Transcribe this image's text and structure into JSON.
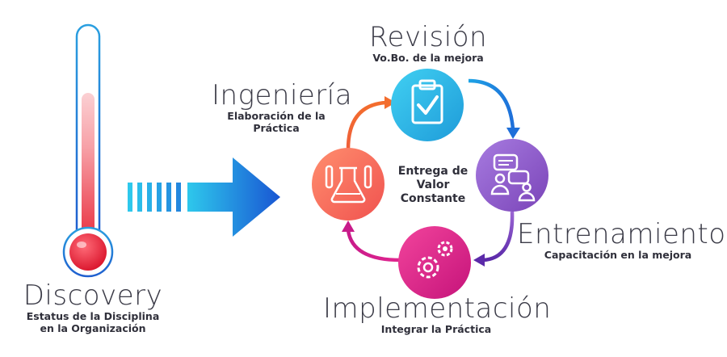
{
  "discovery": {
    "title": "Discovery",
    "subtitle_line1": "Estatus de la Disciplina",
    "subtitle_line2": "en la Organización"
  },
  "cycle": {
    "center_line1": "Entrega de",
    "center_line2": "Valor",
    "center_line3": "Constante",
    "steps": [
      {
        "key": "revision",
        "title": "Revisión",
        "subtitle": "Vo.Bo. de la mejora",
        "color": "#29b6e8",
        "icon": "clipboard-check-icon"
      },
      {
        "key": "entrenamiento",
        "title": "Entrenamiento",
        "subtitle": "Capacitación en la mejora",
        "color": "#8e5cc9",
        "icon": "chat-people-icon"
      },
      {
        "key": "implementacion",
        "title": "Implementación",
        "subtitle": "Integrar la Práctica",
        "color": "#e2268f",
        "icon": "gears-icon"
      },
      {
        "key": "ingenieria",
        "title": "Ingeniería",
        "subtitle_line1": "Elaboración de la",
        "subtitle_line2": "Práctica",
        "color": "#f7715a",
        "icon": "lab-flask-icon"
      }
    ]
  },
  "colors": {
    "thermometer_red": "#e8293a",
    "arrow_blue": "#1a63d6",
    "arrow_cyan": "#28c6ea",
    "text_dark": "#3b3b47"
  }
}
